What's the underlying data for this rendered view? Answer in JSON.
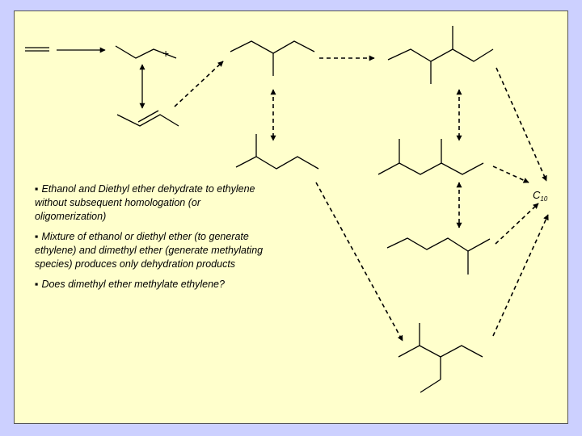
{
  "diagram": {
    "plus_sign": "+",
    "product_label": "C",
    "product_subscript": "10"
  },
  "bullets": [
    {
      "marker": "▪",
      "text": "Ethanol and Diethyl ether dehydrate to ethylene without subsequent homologation (or oligomerization)"
    },
    {
      "marker": "▪",
      "text": "Mixture of ethanol or diethyl ether (to generate ethylene) and dimethyl ether (generate methylating species) produces only dehydration products"
    },
    {
      "marker": "▪",
      "text": "Does dimethyl ether methylate ethylene?"
    }
  ],
  "colors": {
    "slide_background": "#ffffcc",
    "page_background": "#ccd0ff",
    "line": "#000000"
  }
}
